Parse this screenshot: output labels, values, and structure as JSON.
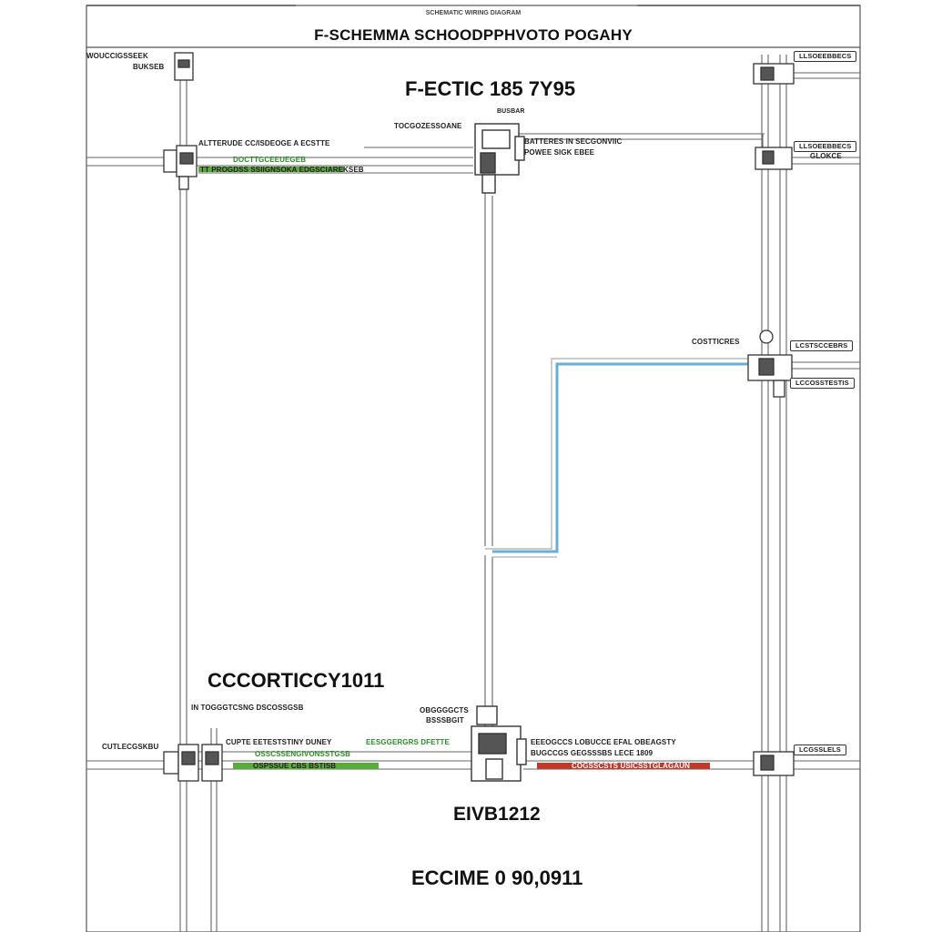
{
  "header": {
    "supertitle": "SCHEMATIC WIRING DIAGRAM",
    "title": "F-SCHEMMA SCHOODPPHVOTO POGAHY"
  },
  "headings": {
    "main": "F-ECTIC 185 7Y95",
    "sub": "BUSBAR",
    "left_lower": "CCCORTICCY1011",
    "center_lower": "EIVB1212",
    "bottom": "ECCIME 0 90,0911"
  },
  "labels": {
    "top_left_1": "WOUCCIGSSEEK",
    "top_left_2": "BUKSEB",
    "center_top_left": "TOCGOZESSOANE",
    "left_mid_1": "ALTTERUDE CC/ISDEOGE A ECSTTE",
    "left_mid_green": "DOCTTGCEEUEGEB",
    "left_mid_2": "TT PROGDSS SSIIGNSOKA EDGSCIAREKSEB",
    "center_right_1": "BATTERES IN SECGONVIIC",
    "center_right_2": "POWEE SIGK EBEE",
    "right_box_1": "LLSOEEBBECS",
    "right_box_2": "GLOKCE",
    "mid_right_left": "COSTTICRES",
    "mid_right_box_1": "LCSTSCCEBRS",
    "mid_right_box_2": "LCCOSSTESTIS",
    "lower_left_1": "IN TOGGGTCSNG DSCOSSGSB",
    "lower_left_2": "CUTLECGSKBU",
    "lower_center_1": "OBGGGGCTS",
    "lower_center_2": "BSSSBGIT",
    "lower_row_1": "CUPTE EETESTSTINY DUNEY",
    "lower_row_green_1": "EESGGERGRS DFETTE",
    "lower_row_green_2": "OSSCSSENGIVONSSTGSB",
    "lower_row_green_3": "OSPSSUE CBS BSTISB",
    "lower_right_1": "EEEOGCCS LOBUCCE  EFAL OBEAGSTY",
    "lower_right_2": "BUGCCGS    GEGSSSBS LECE 1809",
    "lower_right_red": "COGSSCSTS USICSSTGLAGAUN",
    "lower_right_box": "LCGSSLELS"
  },
  "colors": {
    "wire": "#555555",
    "wire_light": "#bbbbbb",
    "accent_blue": "#6aaed6",
    "accent_green": "#5aaa3c",
    "accent_red": "#c0392b"
  }
}
